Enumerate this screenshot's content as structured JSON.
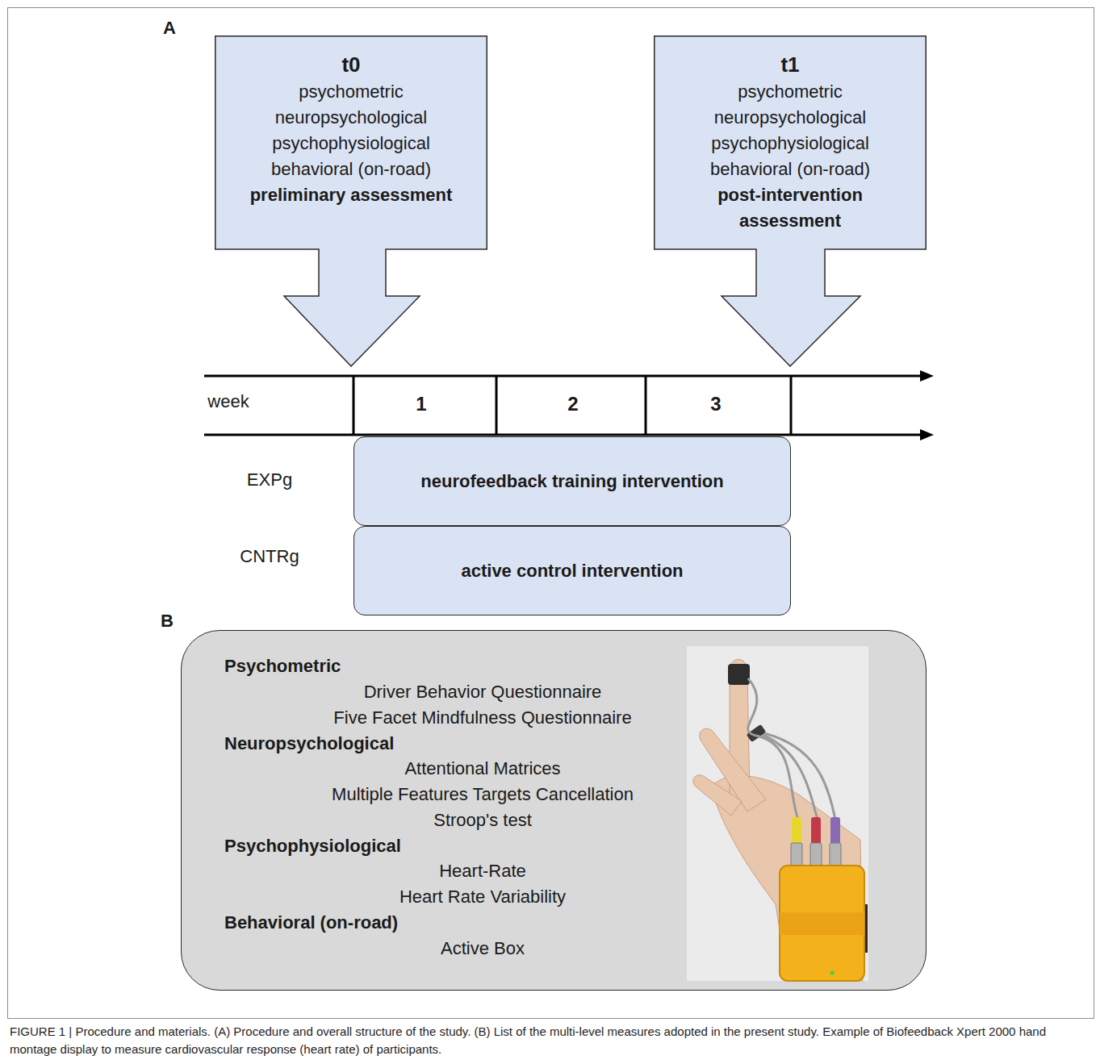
{
  "diagram": {
    "caption": "FIGURE 1 | Procedure and materials. (A) Procedure and overall structure of the study. (B) List of the multi-level measures adopted in the present study. Example of Biofeedback Xpert 2000 hand montage display to measure cardiovascular response (heart rate) of participants.",
    "nodes": [
      {
        "text": [
          "t0",
          "psychometric",
          "neuropsychological",
          "psychophysiological",
          "behavioral (on-road)",
          "preliminary assessment"
        ]
      },
      {
        "text": [
          "t1",
          "psychometric",
          "neuropsychological",
          "psychophysiological",
          "behavioral (on-road)",
          "post-intervention assessment"
        ]
      },
      {
        "text": [
          "neurofeedback training intervention"
        ]
      },
      {
        "text": [
          "active control intervention"
        ]
      },
      {
        "text": [
          "Psychometric",
          "Driver Behavior Questionnaire",
          "Five Facet Mindfulness Questionnaire",
          "Neuropsychological",
          "Attentional Matrices",
          "Multiple Features Targets Cancellation",
          "Stroop's test",
          "Psychophysiological",
          "Heart-Rate",
          "Heart Rate Variability",
          "Behavioral (on-road)",
          "Active Box"
        ]
      }
    ],
    "labels": [
      "A",
      "week",
      "1",
      "2",
      "3",
      "EXPg",
      "CNTRg",
      "B"
    ]
  }
}
